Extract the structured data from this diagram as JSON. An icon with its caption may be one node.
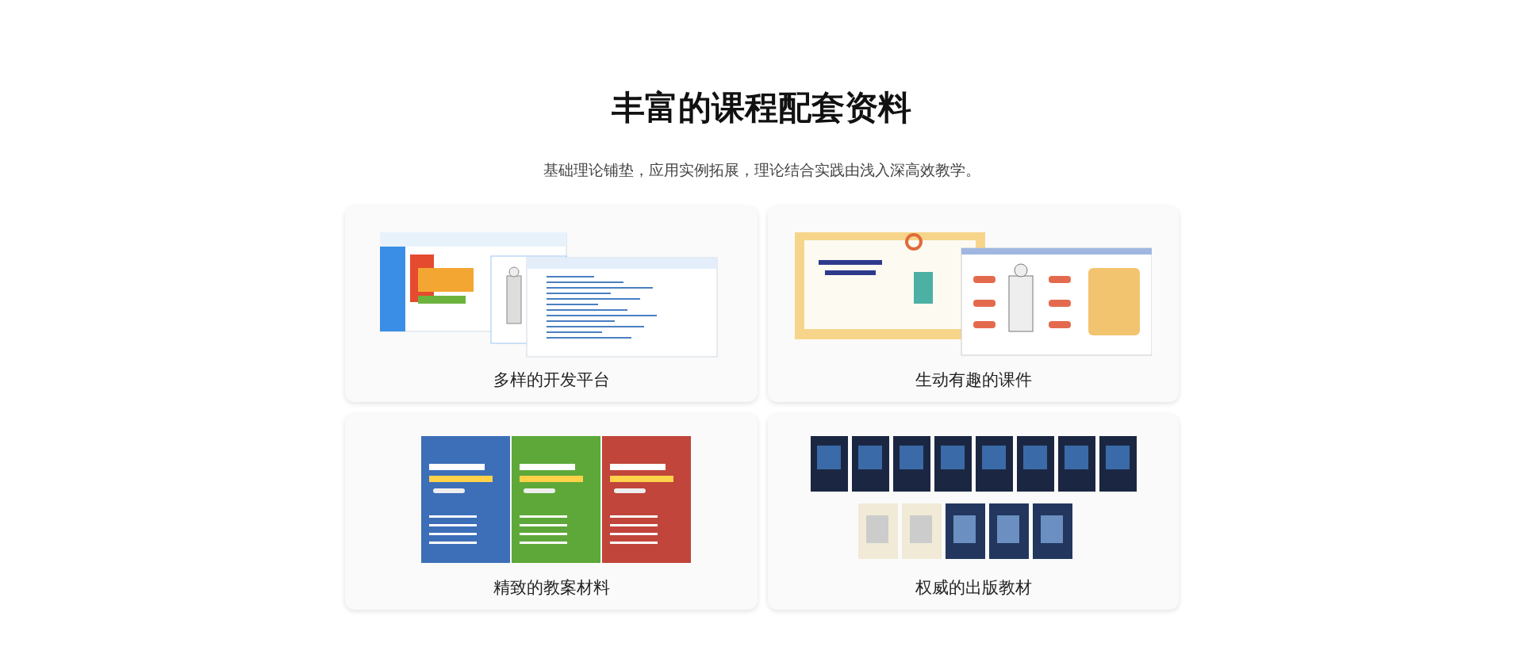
{
  "diagram": {
    "title": "丰富的课程配套资料",
    "nodes": [
      {
        "text": [
          "多样的开发平台"
        ]
      },
      {
        "text": [
          "生动有趣的课件"
        ]
      },
      {
        "text": [
          "精致的教案材料"
        ]
      },
      {
        "text": [
          "权威的出版教材"
        ]
      }
    ],
    "labels": [
      "基础理论铺垫，应用实例拓展，理论结合实践由浅入深高效教学。"
    ]
  }
}
